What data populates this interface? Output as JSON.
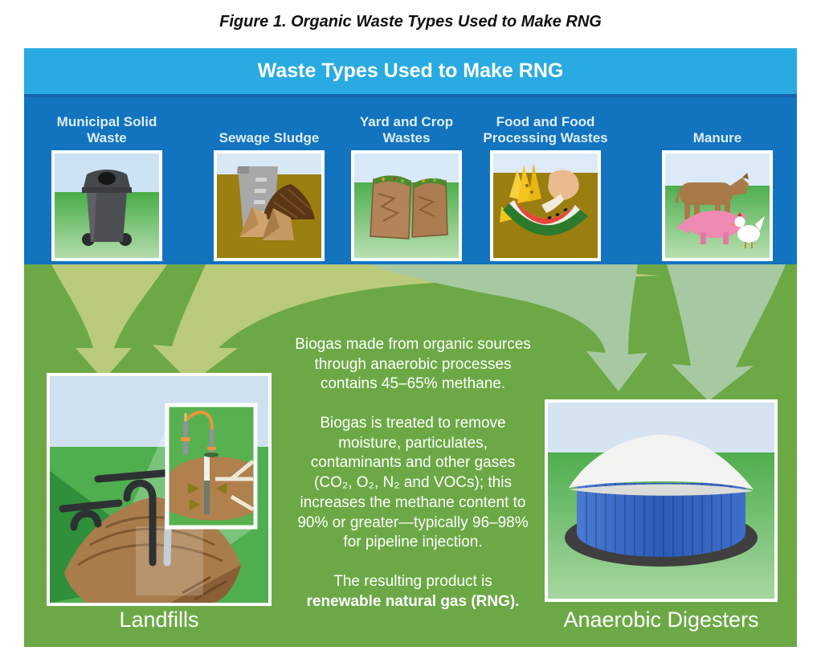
{
  "figure": {
    "title": "Figure 1. Organic Waste Types Used to Make RNG"
  },
  "banner": {
    "title": "Waste Types Used to Make RNG"
  },
  "waste_types": [
    {
      "label": "Municipal Solid\nWaste",
      "icon": "trash-bin-icon"
    },
    {
      "label": "Sewage Sludge",
      "icon": "sewage-sludge-icon"
    },
    {
      "label": "Yard and Crop\nWastes",
      "icon": "yard-waste-bags-icon"
    },
    {
      "label": "Food and Food\nProcessing Wastes",
      "icon": "food-waste-icon"
    },
    {
      "label": "Manure",
      "icon": "farm-animals-icon"
    }
  ],
  "info_text": {
    "paragraph1": "Biogas made from organic sources\nthrough anaerobic processes\ncontains 45–65% methane.",
    "paragraph2": "Biogas is treated to remove\nmoisture, particulates,\ncontaminants and other gases\n(CO₂, O₂, N₂ and VOCs); this\nincreases the methane content to\n90% or greater—typically 96–98%\nfor pipeline injection.",
    "paragraph3_prefix": "The resulting product is",
    "paragraph3_bold": "renewable natural gas (RNG)."
  },
  "destinations": [
    {
      "label": "Landfills",
      "icon": "landfill-illustration-icon"
    },
    {
      "label": "Anaerobic Digesters",
      "icon": "anaerobic-digester-icon"
    }
  ],
  "colors": {
    "banner_blue": "#29abe2",
    "section_blue": "#1273bf",
    "background_green": "#6ca946",
    "arrow_yellow_green": "#b9cb7a",
    "arrow_pale_green": "#a6c9a2",
    "text_white": "#ffffff"
  }
}
